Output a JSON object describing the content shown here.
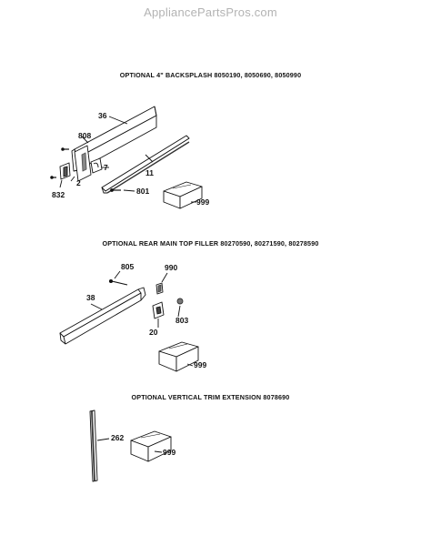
{
  "watermark": "AppliancePartsPros.com",
  "sections": [
    {
      "title": "OPTIONAL 4\" BACKSPLASH 8050190, 8050690, 8050990",
      "labels": {
        "p36": "36",
        "p808": "808",
        "p7": "7",
        "p11": "11",
        "p2": "2",
        "p832": "832",
        "p801": "801",
        "p999": "999"
      }
    },
    {
      "title": "OPTIONAL REAR MAIN TOP FILLER 80270590, 80271590, 80278590",
      "labels": {
        "p805": "805",
        "p990": "990",
        "p38": "38",
        "p803": "803",
        "p20": "20",
        "p999": "999"
      }
    },
    {
      "title": "OPTIONAL VERTICAL TRIM EXTENSION  8078690",
      "labels": {
        "p262": "262",
        "p999": "999"
      }
    }
  ]
}
